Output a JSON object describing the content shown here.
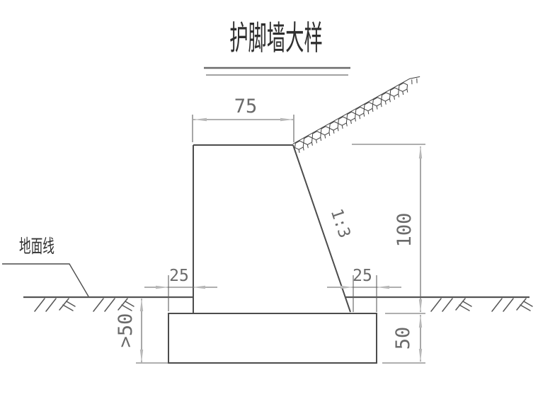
{
  "drawing": {
    "title": "护脚墙大样",
    "ground_label": "地面线",
    "slope_label": "1:3",
    "dims": {
      "top_width": "75",
      "toe_left": "25",
      "toe_right": "25",
      "wall_height": "100",
      "footing_thickness": "50",
      "min_embedment": ">50"
    },
    "colors": {
      "line": "#4c4c4c",
      "dim_line": "#5f5f5f",
      "arrow": "#b8b8b8",
      "dim_text": "#6a6a6a",
      "title_text": "#2f2f2f"
    }
  }
}
